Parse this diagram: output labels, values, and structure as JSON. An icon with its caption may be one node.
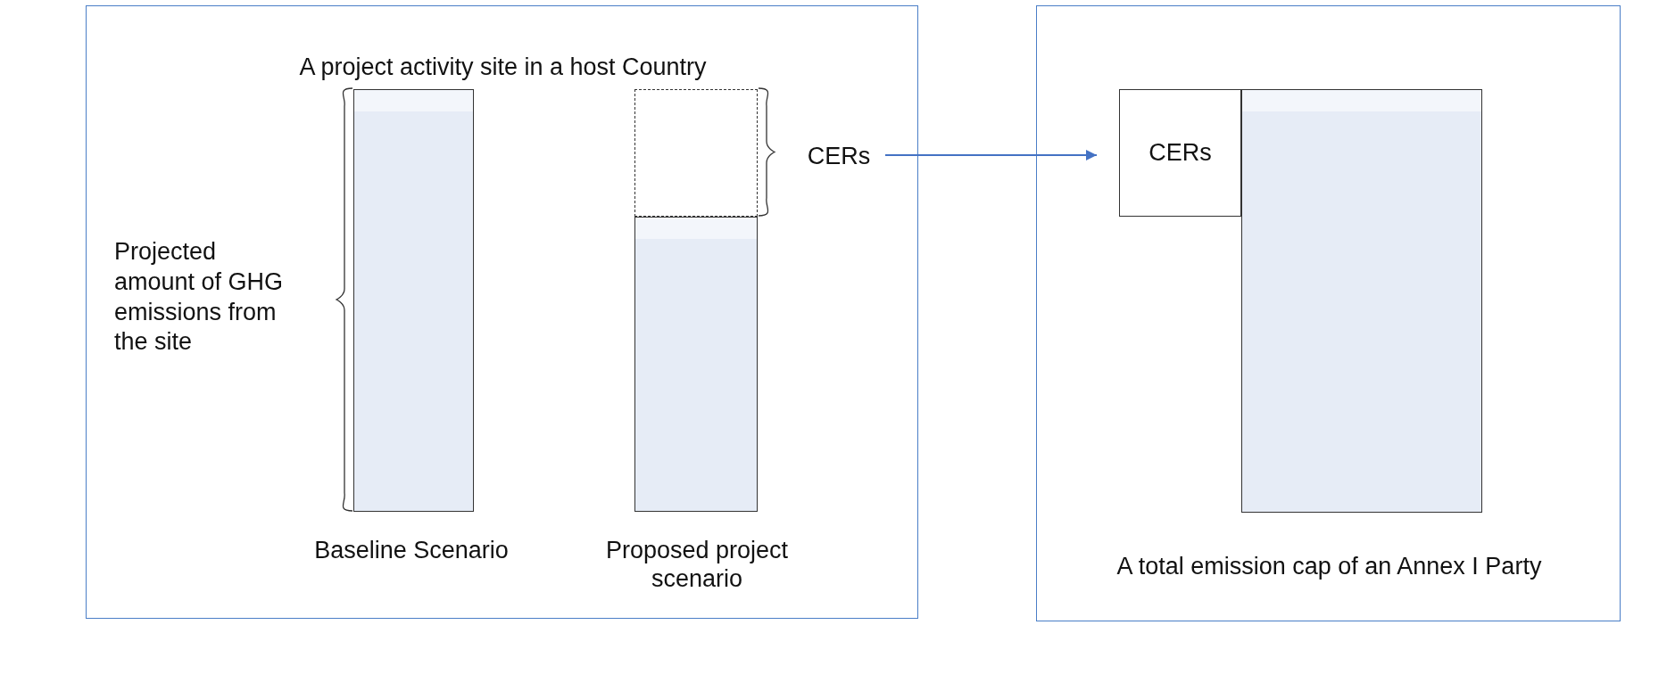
{
  "diagram": {
    "nodes": [
      {
        "text": [
          "A project activity site in a host Country"
        ]
      },
      {
        "text": [],
        "shape": "bar",
        "in": 0,
        "beside": [
          "Baseline Scenario"
        ]
      },
      {
        "text": [],
        "shape": "box",
        "in": 0
      },
      {
        "text": [],
        "shape": "bar",
        "in": 0,
        "beside": [
          "Proposed project scenario"
        ]
      },
      {
        "text": [
          "CERs"
        ],
        "in": 0
      },
      {
        "text": [
          "A total emission cap of an Annex I Party"
        ]
      },
      {
        "text": [
          "CERs"
        ],
        "in": 5
      },
      {
        "text": [],
        "shape": "bar",
        "in": 5
      }
    ],
    "edges": [
      {
        "from": 4,
        "to": 6,
        "arrow": "to"
      }
    ],
    "labels": [
      "Projected amount of GHG emissions from the site"
    ]
  }
}
